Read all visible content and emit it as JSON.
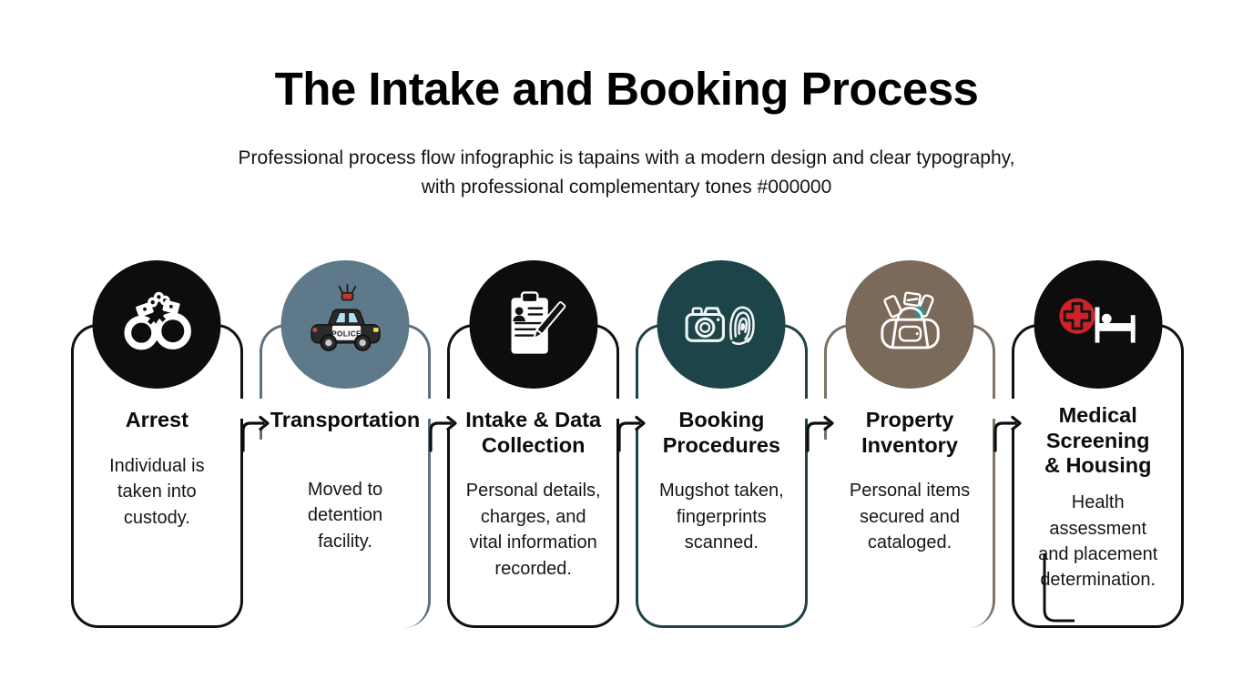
{
  "header": {
    "title": "The Intake and Booking Process",
    "subtitle": "Professional process flow infographic is tapains with a modern design and clear typography, with professional complementary tones #000000"
  },
  "steps": [
    {
      "title": "Arrest",
      "description": "Individual is taken into custody.",
      "icon": "handcuffs-icon",
      "circle_color": "#0d0d0d",
      "border_color": "#101010"
    },
    {
      "title": "Transportation",
      "description": "Moved to detention facility.",
      "icon": "police-car-icon",
      "circle_color": "#5e7a8a",
      "border_color": "#5d7280"
    },
    {
      "title": "Intake & Data Collection",
      "description": "Personal details, charges, and vital information recorded.",
      "icon": "clipboard-pen-icon",
      "circle_color": "#0d0d0d",
      "border_color": "#101010"
    },
    {
      "title": "Booking Procedures",
      "description": "Mugshot taken, fingerprints scanned.",
      "icon": "camera-fingerprint-icon",
      "circle_color": "#1d4549",
      "border_color": "#1d4247"
    },
    {
      "title": "Property Inventory",
      "description": "Personal items secured and cataloged.",
      "icon": "duffel-bag-icon",
      "circle_color": "#7b6a5a",
      "border_color": "#7e7265"
    },
    {
      "title": "Medical Screening & Housing",
      "description": "Health assessment and placement determination.",
      "icon": "medical-bed-icon",
      "circle_color": "#0d0d0d",
      "border_color": "#101010"
    }
  ],
  "connector": {
    "color": "#0d0d0d",
    "count": 5
  },
  "accent_colors": {
    "police_red": "#c63832",
    "window_blue": "#ade0f0",
    "headlight_yellow": "#f2d35c",
    "teal_item": "#2e8f96",
    "medical_red": "#ce2227"
  }
}
